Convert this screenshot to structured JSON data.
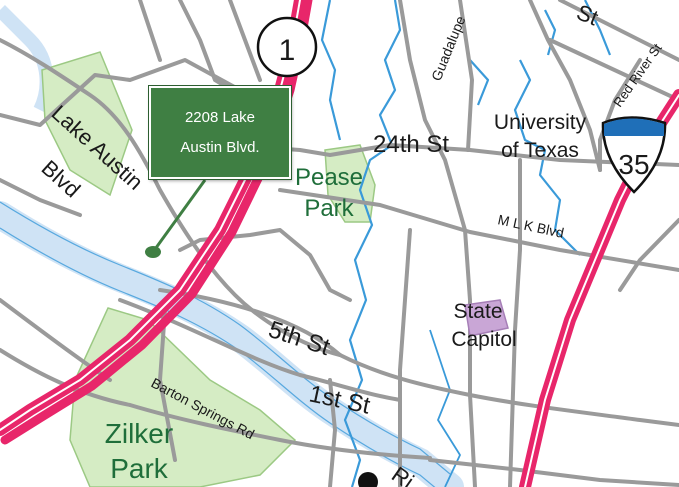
{
  "marker": {
    "line1": "2208 Lake",
    "line2": "Austin Blvd.",
    "color": "#3f7f43"
  },
  "highways": [
    {
      "shield": "1",
      "type": "state-highway"
    },
    {
      "shield": "35",
      "type": "interstate"
    }
  ],
  "streets": {
    "lake_austin": "Lake Austin",
    "blvd": "Blvd",
    "st_24": "24th St",
    "mlk": "M L K Blvd",
    "st_5": "5th St",
    "st_1": "1st St",
    "barton": "Barton Springs Rd",
    "guadalupe": "Guadalupe",
    "red_river": "Red River St",
    "top_fragment": "St",
    "river_fragment": "Ri"
  },
  "places": {
    "university_1": "University",
    "university_2": "of Texas",
    "capitol_1": "State",
    "capitol_2": "Capitol"
  },
  "parks": {
    "pease_1": "Pease",
    "pease_2": "Park",
    "zilker_1": "Zilker",
    "zilker_2": "Park"
  },
  "colors": {
    "highway": "#e8266a",
    "river": "#cfe3f5",
    "creek": "#3a9ad9",
    "park": "#d5ecc4",
    "road": "#9a9a9a",
    "capitol": "#c9a6d6",
    "interstate_blue": "#1f6fb8"
  }
}
